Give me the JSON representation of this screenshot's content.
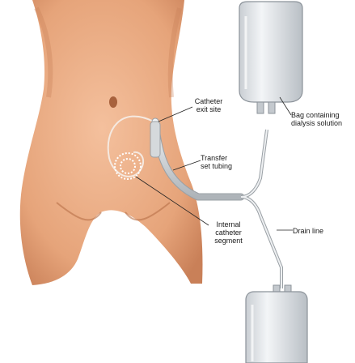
{
  "labels": {
    "catheter_exit_site": "Catheter\nexit site",
    "bag_containing": "Bag containing\ndialysis solution",
    "transfer_set": "Transfer\nset tubing",
    "internal_catheter": "Internal\ncatheter\nsegment",
    "drain_line": "Drain line"
  },
  "colors": {
    "skin": "#e9a97f",
    "skin_shadow": "#c98058",
    "bag_fill": "#dfe4e8",
    "tube": "#cfd3d6"
  }
}
